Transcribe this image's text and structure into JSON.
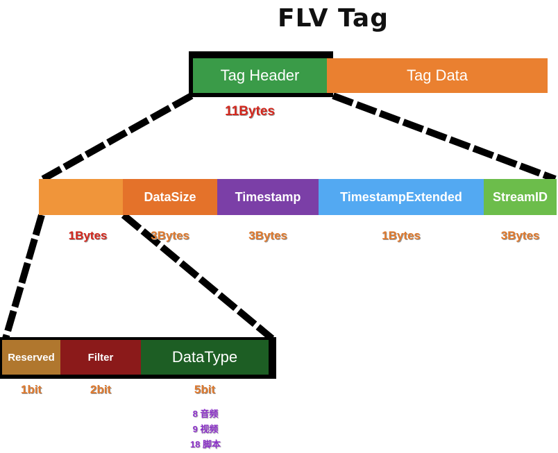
{
  "title": "FLV Tag",
  "level1": {
    "header": {
      "label": "Tag Header",
      "color": "#3a9b48"
    },
    "data": {
      "label": "Tag Data",
      "color": "#ea8030"
    },
    "size_label": "11Bytes"
  },
  "level2": {
    "segments": [
      {
        "label": "",
        "color": "#f0953a",
        "size": "1Bytes"
      },
      {
        "label": "DataSize",
        "color": "#e4722a",
        "size": "3Bytes"
      },
      {
        "label": "Timestamp",
        "color": "#7b3fa7",
        "size": "3Bytes"
      },
      {
        "label": "TimestampExtended",
        "color": "#53a9f2",
        "size": "1Bytes"
      },
      {
        "label": "StreamID",
        "color": "#6cbd4b",
        "size": "3Bytes"
      }
    ]
  },
  "level3": {
    "segments": [
      {
        "label": "Reserved",
        "color": "#b0772e",
        "size": "1bit"
      },
      {
        "label": "Filter",
        "color": "#8b1a1a",
        "size": "2bit"
      },
      {
        "label": "DataType",
        "color": "#1d5e24",
        "size": "5bit"
      }
    ],
    "datatype_values": [
      "8 音频",
      "9 视频",
      "18 脚本"
    ]
  },
  "colors": {
    "frame": "#000000",
    "size_orange": "#e07a2e",
    "size_red": "#d4281e",
    "note_purple": "#8b2fc9"
  }
}
